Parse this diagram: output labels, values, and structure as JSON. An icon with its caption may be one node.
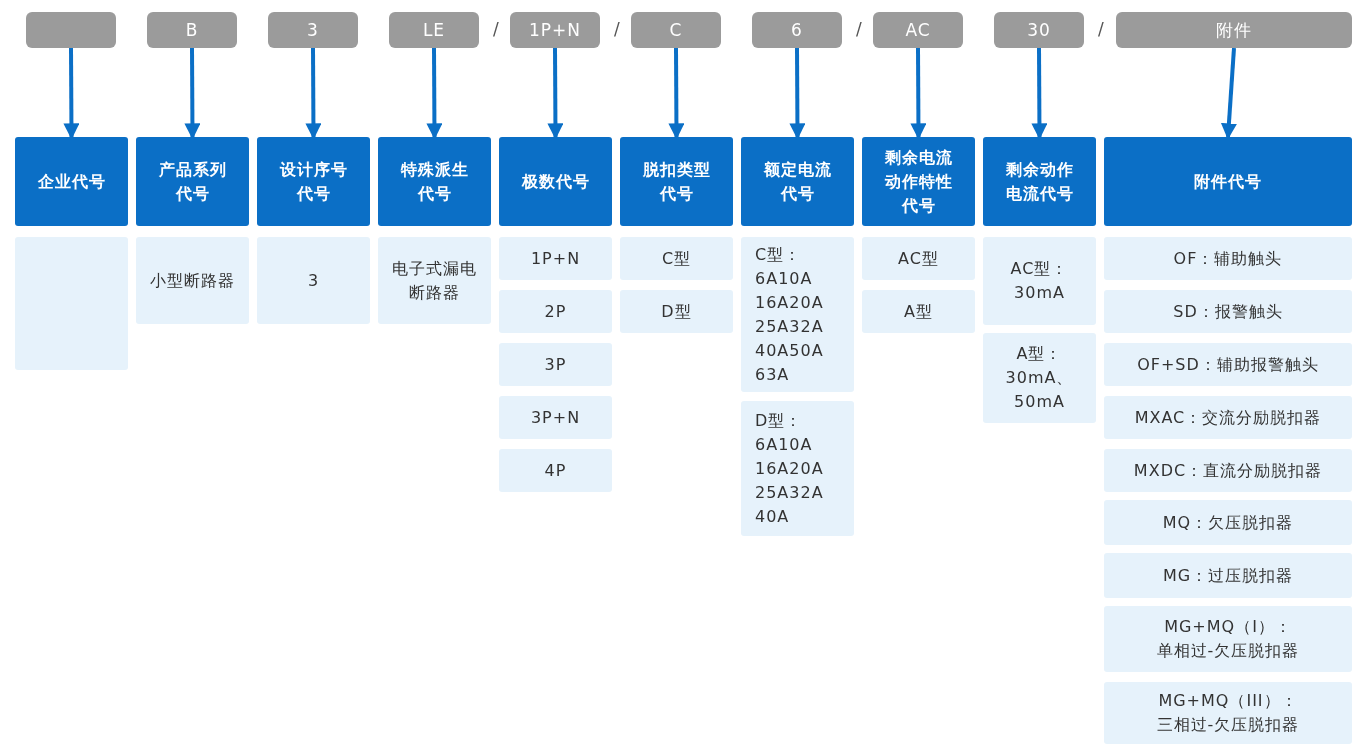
{
  "diagram": {
    "nodes": [
      {
        "text": [],
        "shape": "box"
      },
      {
        "text": [
          "B"
        ]
      },
      {
        "text": [
          "3"
        ]
      },
      {
        "text": [
          "LE"
        ]
      },
      {
        "text": [
          "1P+N"
        ]
      },
      {
        "text": [
          "C"
        ]
      },
      {
        "text": [
          "6"
        ]
      },
      {
        "text": [
          "AC"
        ]
      },
      {
        "text": [
          "30"
        ]
      },
      {
        "text": [
          "附件"
        ]
      },
      {
        "text": [
          "企业代号"
        ]
      },
      {
        "text": [
          "产品系列代号"
        ]
      },
      {
        "text": [
          "设计序号代号"
        ]
      },
      {
        "text": [
          "特殊派生代号"
        ]
      },
      {
        "text": [
          "极数代号"
        ]
      },
      {
        "text": [
          "脱扣类型代号"
        ]
      },
      {
        "text": [
          "额定电流代号"
        ]
      },
      {
        "text": [
          "剩余电流动作特性代号"
        ]
      },
      {
        "text": [
          "剩余动作电流代号"
        ]
      },
      {
        "text": [
          "附件代号"
        ]
      },
      {
        "text": [],
        "shape": "box"
      },
      {
        "text": [
          "小型断路器"
        ]
      },
      {
        "text": [
          "3"
        ]
      },
      {
        "text": [
          "电子式漏电断路器"
        ]
      },
      {
        "text": [
          "1P+N"
        ]
      },
      {
        "text": [
          "2P"
        ]
      },
      {
        "text": [
          "3P"
        ]
      },
      {
        "text": [
          "3P+N"
        ]
      },
      {
        "text": [
          "4P"
        ]
      },
      {
        "text": [
          "C型"
        ]
      },
      {
        "text": [
          "D型"
        ]
      },
      {
        "text": [
          "C型： 6A10A 16A20A 25A32A 40A50A 63A"
        ]
      },
      {
        "text": [
          "D型： 6A10A 16A20A 25A32A 40A"
        ]
      },
      {
        "text": [
          "AC型"
        ]
      },
      {
        "text": [
          "A型"
        ]
      },
      {
        "text": [
          "AC型：30mA"
        ]
      },
      {
        "text": [
          "A型：30mA、50mA"
        ]
      },
      {
        "text": [
          "OF：辅助触头"
        ]
      },
      {
        "text": [
          "SD：报警触头"
        ]
      },
      {
        "text": [
          "OF+SD：辅助报警触头"
        ]
      },
      {
        "text": [
          "MXAC：交流分励脱扣器"
        ]
      },
      {
        "text": [
          "MXDC：直流分励脱扣器"
        ]
      },
      {
        "text": [
          "MQ：欠压脱扣器"
        ]
      },
      {
        "text": [
          "MG：过压脱扣器"
        ]
      },
      {
        "text": [
          "MG+MQ（I）：单相过-欠压脱扣器"
        ]
      },
      {
        "text": [
          "MG+MQ（III）：三相过-欠压脱扣器"
        ]
      }
    ],
    "edges": [
      {
        "from": 0,
        "to": 10,
        "arrow": "to"
      },
      {
        "from": 1,
        "to": 11,
        "arrow": "to"
      },
      {
        "from": 2,
        "to": 12,
        "arrow": "to"
      },
      {
        "from": 3,
        "to": 13,
        "arrow": "to"
      },
      {
        "from": 4,
        "to": 14,
        "arrow": "to"
      },
      {
        "from": 5,
        "to": 15,
        "arrow": "to"
      },
      {
        "from": 6,
        "to": 16,
        "arrow": "to"
      },
      {
        "from": 7,
        "to": 17,
        "arrow": "to"
      },
      {
        "from": 8,
        "to": 18,
        "arrow": "to"
      },
      {
        "from": 9,
        "to": 19,
        "arrow": "to"
      }
    ],
    "labels": [
      "/",
      "/",
      "/",
      "/"
    ]
  }
}
